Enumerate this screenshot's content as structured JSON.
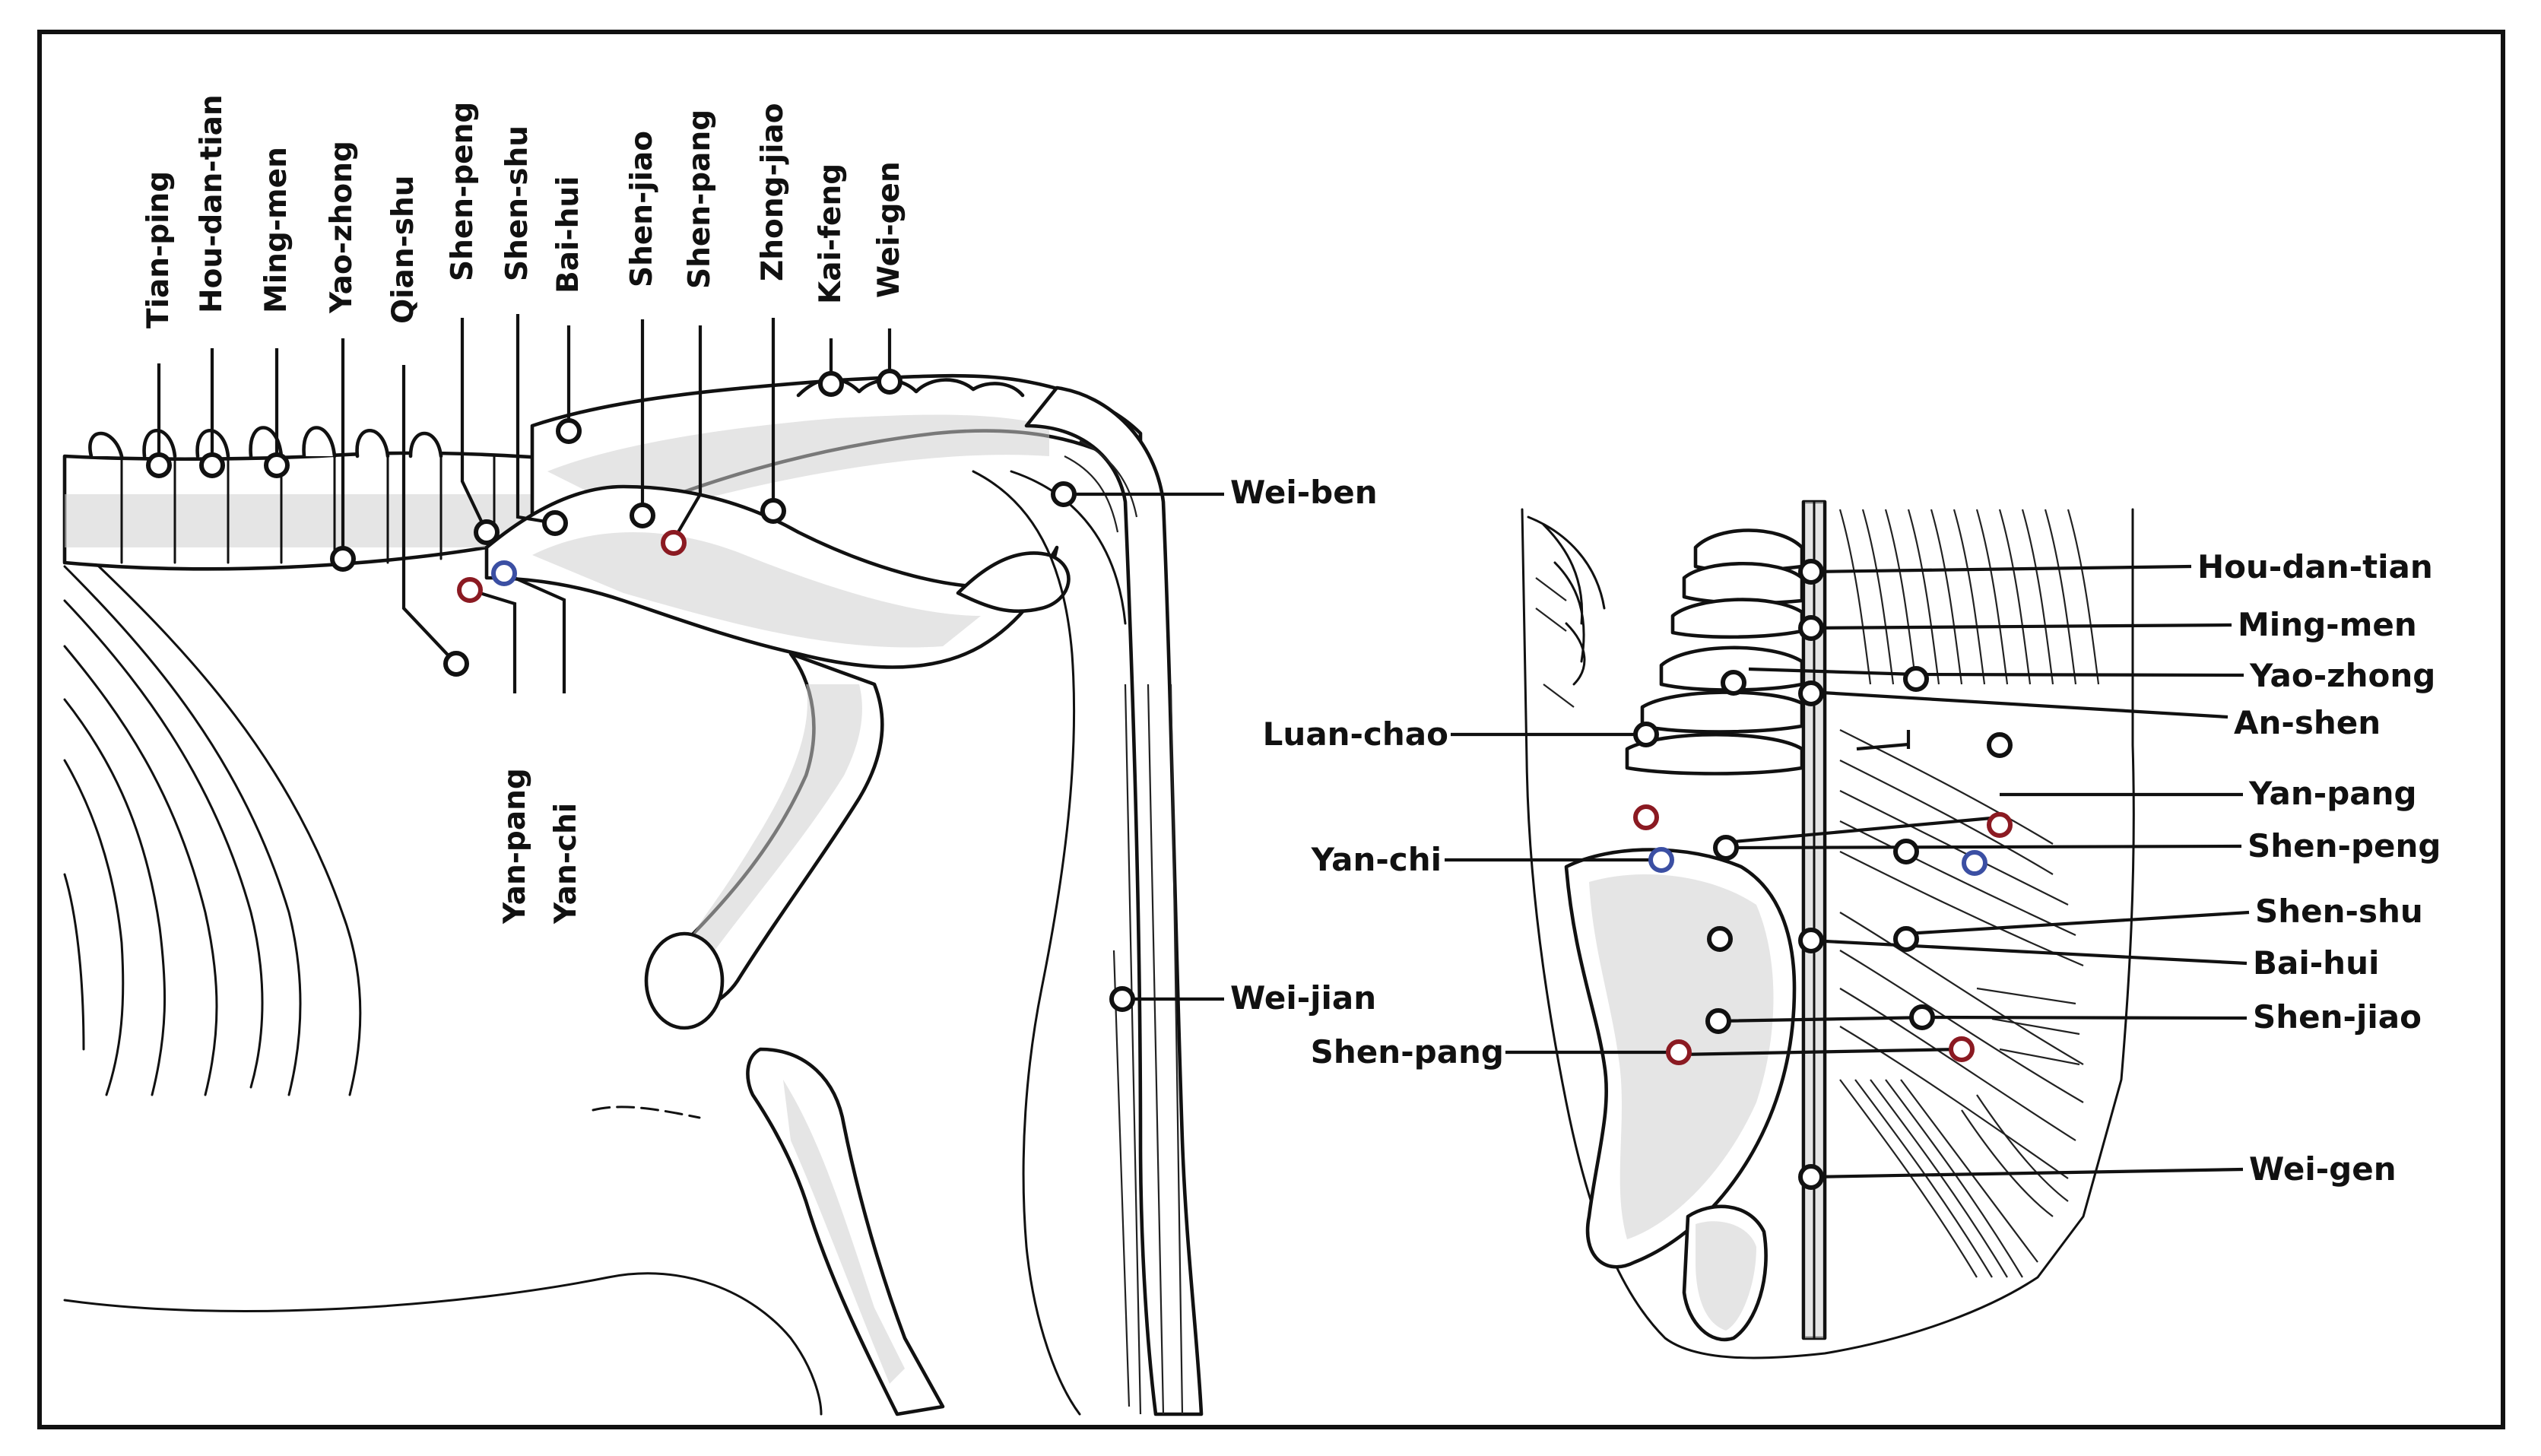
{
  "colors": {
    "acupoint": "#111111",
    "red_point": "#8b1a22",
    "blue_point": "#3b4fa3",
    "frame": "#111111"
  },
  "lateral_view": {
    "top_labels": [
      "Tian-ping",
      "Hou-dan-tian",
      "Ming-men",
      "Yao-zhong",
      "Qian-shu",
      "Shen-peng",
      "Shen-shu",
      "Bai-hui",
      "Shen-jiao",
      "Shen-pang",
      "Zhong-jiao",
      "Kai-feng",
      "Wei-gen"
    ],
    "bottom_labels": [
      "Yan-pang",
      "Yan-chi"
    ],
    "right_labels": [
      "Wei-ben",
      "Wei-jian"
    ]
  },
  "dorsal_view": {
    "right_labels": [
      "Hou-dan-tian",
      "Ming-men",
      "Yao-zhong",
      "An-shen",
      "Yan-pang",
      "Shen-peng",
      "Shen-shu",
      "Bai-hui",
      "Shen-jiao",
      "Wei-gen"
    ],
    "left_labels": [
      "Luan-chao",
      "Yan-chi",
      "Shen-pang"
    ]
  }
}
